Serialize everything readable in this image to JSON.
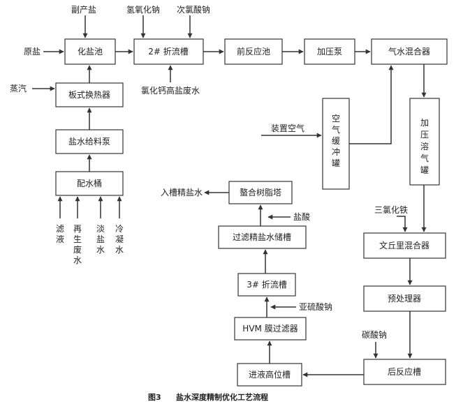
{
  "nodes": {
    "huayanchi": "化盐池",
    "zheliucao2": "2# 折流槽",
    "qianfanyingchi": "前反应池",
    "jiayabeng": "加压泵",
    "qishuihunheqi": "气水混合器",
    "banshihuanreqi": "板式换热器",
    "yanshuigeiliaobeng": "盐水给料泵",
    "peishuitong": "配水桶",
    "kongqihuanchongguan": "空气缓冲罐",
    "jiayarongqiguan": "加压溶气罐",
    "aoheshuzhita": "螯合树脂塔",
    "guolvjingyanshuichucao": "过滤精盐水储槽",
    "zheliucao3": "3# 折流槽",
    "hvmmoguolvqi": "HVM 膜过滤器",
    "jinyegaoweicao": "进液高位槽",
    "wenqiulihunheqi": "文丘里混合器",
    "yuchuliqi": "预处理器",
    "houfanyingcao": "后反应槽"
  },
  "inputs": {
    "fuchanyan": "副产盐",
    "qingyanghuana": "氢氧化钠",
    "cilvsuanna": "次氯酸钠",
    "yuanyan": "原盐",
    "zhengqi": "蒸汽",
    "lvhuagaogaoyanfeishui": "氯化钙高盐废水",
    "zhuangzhikongqi": "装置空气",
    "sanlvhuatie": "三氯化铁",
    "yansuan": "盐酸",
    "yaliusuanna": "亚硫酸钠",
    "tansuanna": "碳酸钠",
    "lvye": "滤液",
    "zaishengfeishui": "再生废水",
    "danyanshui": "淡盐水",
    "lengningshui": "冷凝水"
  },
  "outputs": {
    "rucaojingyanshui": "入槽精盐水"
  },
  "caption": {
    "number": "图3",
    "title": "盐水深度精制优化工艺流程"
  }
}
